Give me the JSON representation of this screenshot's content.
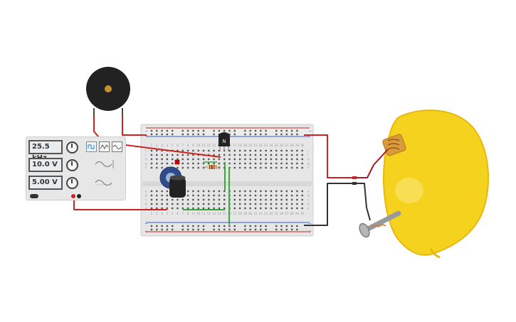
{
  "function_generator": {
    "frequency": "25.5 kHz",
    "amplitude": "10.0 V",
    "dc_offset": "5.00 V",
    "waveforms": [
      "square",
      "triangle",
      "sine"
    ],
    "selected_waveform": "square",
    "colors": {
      "panel": "#e7e7e7",
      "display_border": "#555555",
      "positive_terminal": "#cc2222",
      "negative_terminal": "#222222"
    }
  },
  "components": {
    "transistor_label": "N",
    "buzzer": "piezo-buzzer",
    "capacitor": "electrolytic-capacitor",
    "resistor": "resistor",
    "lemon": "lemon-battery",
    "led": "led"
  },
  "breadboard": {
    "column_numbers_top": [
      "1",
      "2",
      "3",
      "4",
      "5",
      "6",
      "7",
      "8",
      "9",
      "10",
      "11",
      "12",
      "13",
      "14",
      "15",
      "16",
      "17",
      "18",
      "19",
      "20",
      "21",
      "22",
      "23",
      "24",
      "25",
      "26",
      "27",
      "28",
      "29",
      "30"
    ],
    "row_letters_top": [
      "j",
      "i",
      "h",
      "g",
      "f"
    ],
    "row_letters_bottom": [
      "e",
      "d",
      "c",
      "b",
      "a"
    ],
    "rail_plus": "+",
    "rail_minus": "−"
  },
  "colors": {
    "wire_red": "#cc2222",
    "wire_black": "#333333",
    "wire_green": "#3aa83a",
    "lemon": "#f5d21d",
    "lemon_shade": "#e9b80f",
    "copper": "#c8731e",
    "zinc": "#a3a3a3",
    "breadboard": "#e6e6e6"
  }
}
